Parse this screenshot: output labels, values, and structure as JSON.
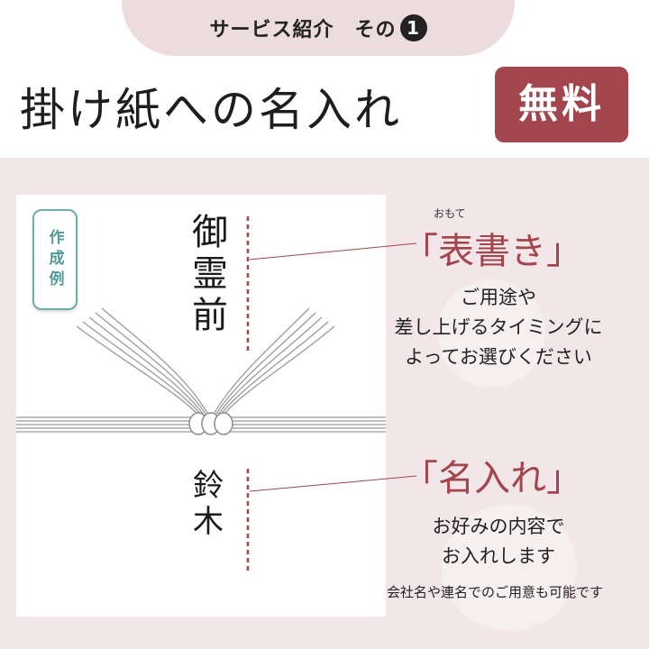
{
  "header": {
    "tab_label": "サービス紹介　その",
    "tab_number": "1",
    "headline": "掛け紙への名入れ",
    "badge": "無料"
  },
  "example": {
    "badge": "作成例",
    "omote_text": "御霊前",
    "name_text": "鈴木"
  },
  "callouts": {
    "omote": {
      "ruby": "おもて",
      "title": "「表書き」",
      "lines": [
        "ご用途や",
        "差し上げるタイミングに",
        "よってお選びください"
      ]
    },
    "naire": {
      "title": "「名入れ」",
      "lines": [
        "お好みの内容で",
        "お入れします"
      ],
      "note": "会社名や連名でのご用意も可能です"
    }
  },
  "colors": {
    "accent": "#a3454c",
    "panel": "#f2e6e8",
    "tab": "#ecdcde",
    "badge_teal": "#6eaea9"
  }
}
